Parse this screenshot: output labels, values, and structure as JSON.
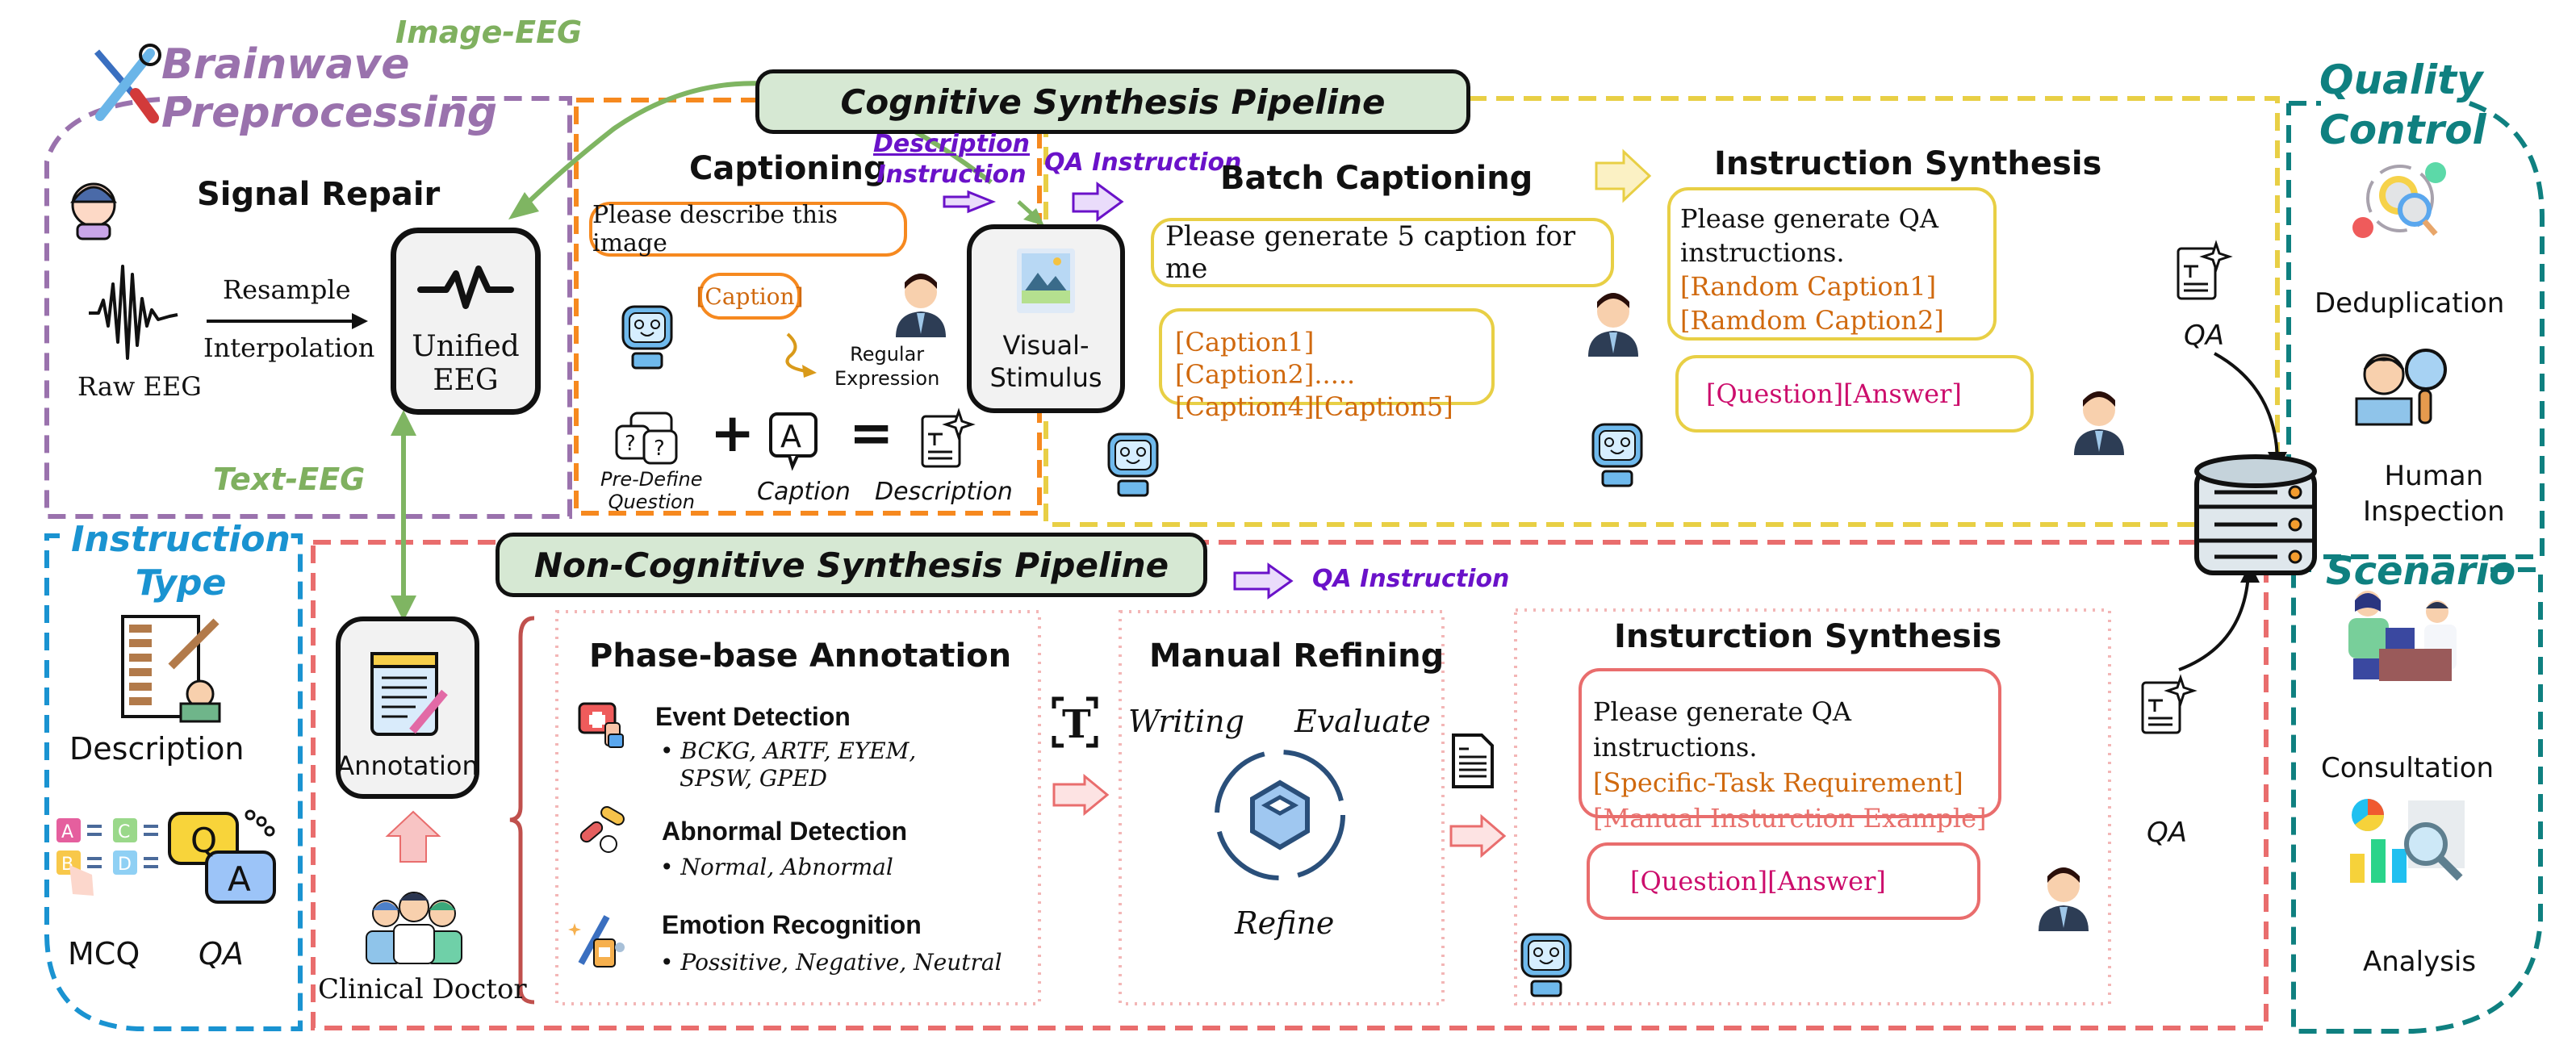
{
  "colors": {
    "preprocess": "#9a72ad",
    "cognitive_orange": "#f6891f",
    "cognitive_yellow": "#e8cf45",
    "noncog_red": "#e96d6d",
    "quality_teal": "#0f8080",
    "instruction_blue": "#1a93d1",
    "green_arrow": "#7fb562",
    "title_fill": "#d6e8d3",
    "purple_label": "#6a12c9",
    "caption_orange": "#d0690e",
    "qa_magenta": "#cc0d6c"
  },
  "preprocessing": {
    "title_line1": "Brainwave",
    "title_line2": "Preprocessing",
    "section": "Signal Repair",
    "raw_label": "Raw EEG",
    "arrow_top": "Resample",
    "arrow_bottom": "Interpolation",
    "node_line1": "Unified",
    "node_line2": "EEG"
  },
  "links": {
    "image_eeg": "Image-EEG",
    "text_eeg": "Text-EEG"
  },
  "cognitive": {
    "title": "Cognitive Synthesis Pipeline",
    "captioning": {
      "title": "Captioning",
      "user_prompt": "Please describe this image",
      "ai_reply": "[Caption]",
      "regex_line1": "Regular",
      "regex_line2": "Expression",
      "eq_left_line1": "Pre-Define",
      "eq_left_line2": "Question",
      "eq_plus": "+",
      "eq_mid": "Caption",
      "eq_equals": "=",
      "eq_right": "Description"
    },
    "desc_instruction_line1": "Description",
    "desc_instruction_line2": "Instruction",
    "stimulus_line1": "Visual-",
    "stimulus_line2": "Stimulus",
    "qa_instruction": "QA Instruction",
    "batch": {
      "title": "Batch Captioning",
      "user_prompt": "Please generate 5 caption for me",
      "ai_line1": "[Caption1][Caption2].....",
      "ai_line2": "[Caption4][Caption5]"
    },
    "synthesis": {
      "title": "Instruction Synthesis",
      "prompt": "Please generate QA instructions.",
      "caption1": "[Random Caption1]",
      "caption2": "[Ramdom Caption2]",
      "ai_reply": "[Question][Answer]"
    },
    "qa_label": "QA"
  },
  "quality": {
    "title_line1": "Quality",
    "title_line2": "Control",
    "items": [
      {
        "label": "Deduplication"
      },
      {
        "label_line1": "Human",
        "label_line2": "Inspection"
      }
    ]
  },
  "instruction_type": {
    "title_line1": "Instruction",
    "title_line2": "Type",
    "description": "Description",
    "mcq": "MCQ",
    "qa": "QA",
    "mcq_options": [
      "A",
      "B",
      "C",
      "D"
    ],
    "qa_q": "Q",
    "qa_a": "A"
  },
  "noncognitive": {
    "title": "Non-Cognitive Synthesis Pipeline",
    "annotation_node": "Annotation",
    "doctor": "Clinical Doctor",
    "qa_instruction": "QA Instruction",
    "phase": {
      "title": "Phase-base Annotation",
      "tasks": [
        {
          "name": "Event Detection",
          "detail_line1": "BCKG, ARTF, EYEM,",
          "detail_line2": "SPSW, GPED"
        },
        {
          "name": "Abnormal Detection",
          "detail_line1": "Normal, Abnormal"
        },
        {
          "name": "Emotion Recognition",
          "detail_line1": "Possitive, Negative, Neutral"
        }
      ]
    },
    "refining": {
      "title": "Manual Refining",
      "writing": "Writing",
      "evaluate": "Evaluate",
      "refine": "Refine",
      "text_glyph": "T"
    },
    "synthesis": {
      "title": "Insturction Synthesis",
      "prompt": "Please generate QA instructions.",
      "req": "[Specific-Task Requirement]",
      "example": "[Manual Insturction Example]",
      "ai_reply": "[Question][Answer]"
    },
    "qa_label": "QA"
  },
  "scenario": {
    "title": "Scenario",
    "items": [
      {
        "label": "Consultation"
      },
      {
        "label": "Analysis"
      }
    ]
  },
  "ai_badge": "AI"
}
